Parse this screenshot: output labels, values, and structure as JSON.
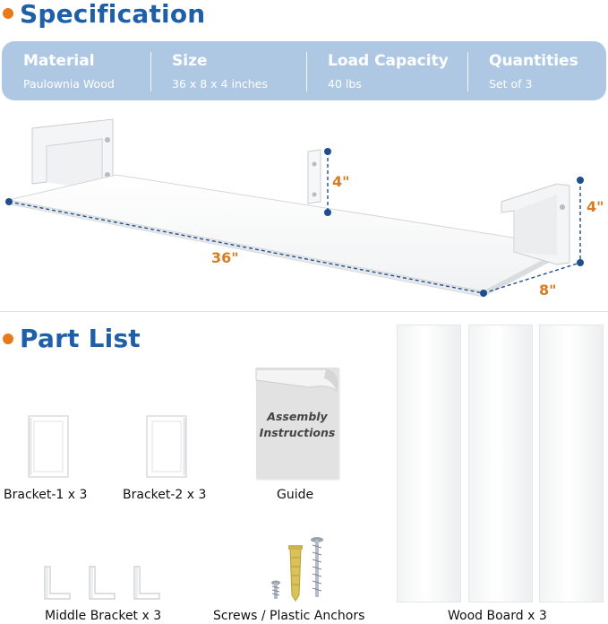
{
  "headings": {
    "specification": "Specification",
    "part_list": "Part List"
  },
  "spec": {
    "material_label": "Material",
    "material_value": "Paulownia Wood",
    "size_label": "Size",
    "size_value": "36 x 8 x 4 inches",
    "capacity_label": "Load Capacity",
    "capacity_value": "40 lbs",
    "quantities_label": "Quantities",
    "quantities_value": "Set of  3"
  },
  "dimensions": {
    "length": "36\"",
    "depth": "8\"",
    "height_right": "4\"",
    "height_middle": "4\""
  },
  "parts": {
    "bracket1": "Bracket-1 x 3",
    "bracket2": "Bracket-2 x 3",
    "guide": "Guide",
    "guide_line1": "Assembly",
    "guide_line2": "Instructions",
    "middle_bracket": "Middle Bracket x 3",
    "screws": "Screws / Plastic Anchors",
    "wood_board": "Wood Board x 3"
  },
  "colors": {
    "title_blue": "#1f5fa8",
    "accent_orange": "#e97a1c",
    "dimension_orange": "#d77d1e",
    "spec_bar": "#aec8e4",
    "dimension_line": "#1f4e8c"
  }
}
